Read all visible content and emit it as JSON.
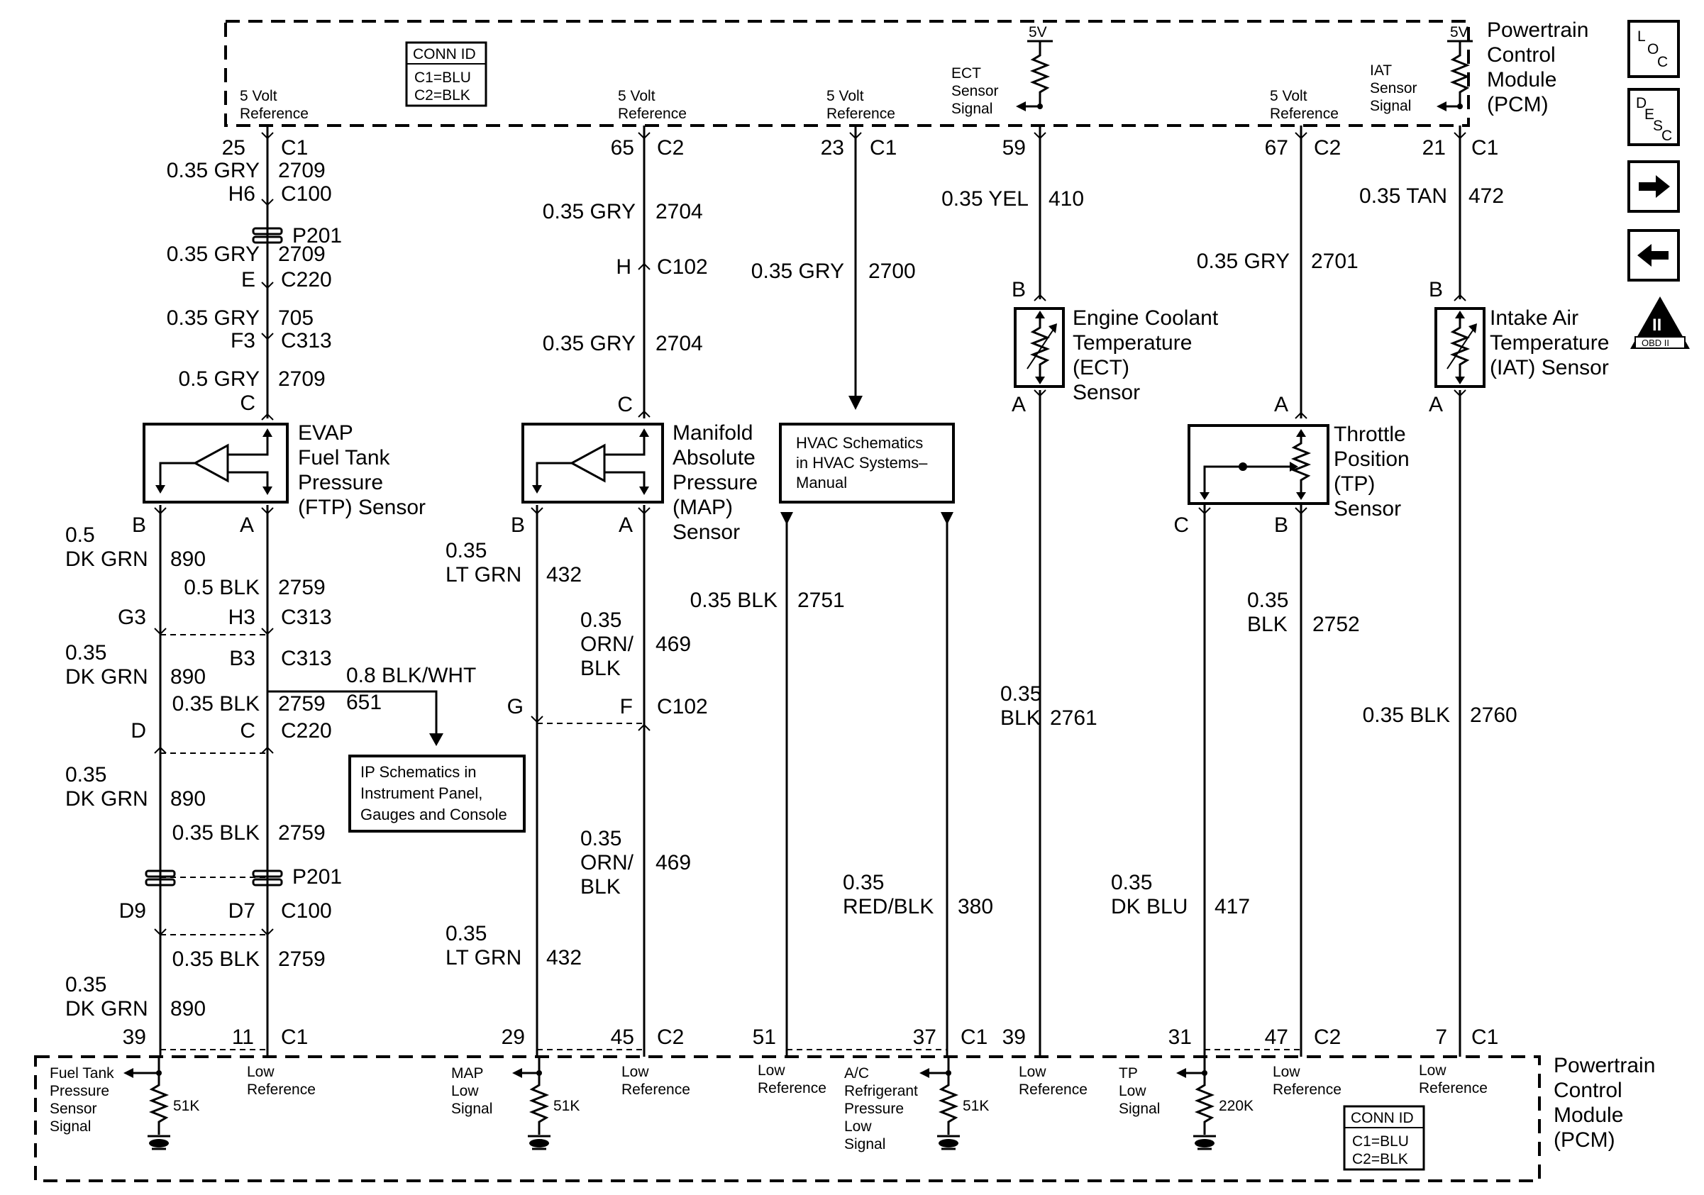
{
  "pcm_top": {
    "title_lines": [
      "Powertrain",
      "Control",
      "Module",
      "(PCM)"
    ],
    "conn_id": [
      "CONN ID",
      "C1=BLU",
      "C2=BLK"
    ],
    "ref_ftp": [
      "5 Volt",
      "Reference"
    ],
    "ref_map": [
      "5 Volt",
      "Reference"
    ],
    "ref_hvac": [
      "5 Volt",
      "Reference"
    ],
    "ect_signal": [
      "ECT",
      "Sensor",
      "Signal"
    ],
    "ref_tp": [
      "5 Volt",
      "Reference"
    ],
    "iat_signal": [
      "IAT",
      "Sensor",
      "Signal"
    ],
    "v5_ect": "5V",
    "v5_iat": "5V"
  },
  "pcm_bottom": {
    "title_lines": [
      "Powertrain",
      "Control",
      "Module",
      "(PCM)"
    ],
    "conn_id": [
      "CONN ID",
      "C1=BLU",
      "C2=BLK"
    ],
    "ftp_signal": [
      "Fuel Tank",
      "Pressure",
      "Sensor",
      "Signal"
    ],
    "low_ref_1": [
      "Low",
      "Reference"
    ],
    "map_low": [
      "MAP",
      "Low",
      "Signal"
    ],
    "low_ref_2": [
      "Low",
      "Reference"
    ],
    "low_ref_3": [
      "Low",
      "Reference"
    ],
    "ac_signal": [
      "A/C",
      "Refrigerant",
      "Pressure",
      "Low",
      "Signal"
    ],
    "low_ref_4": [
      "Low",
      "Reference"
    ],
    "tp_low": [
      "TP",
      "Low",
      "Signal"
    ],
    "low_ref_5": [
      "Low",
      "Reference"
    ],
    "low_ref_6": [
      "Low",
      "Reference"
    ],
    "r_ftp": "51K",
    "r_map": "51K",
    "r_ac": "51K",
    "r_tp": "220K"
  },
  "icons": {
    "loc": [
      "L",
      "O",
      "C"
    ],
    "desc": [
      "D",
      "E",
      "S",
      "C"
    ],
    "obd_top": "II",
    "obd_bottom": "OBD II"
  },
  "sensors": {
    "ftp": [
      "EVAP",
      "Fuel Tank",
      "Pressure",
      "(FTP) Sensor"
    ],
    "map": [
      "Manifold",
      "Absolute",
      "Pressure",
      "(MAP)",
      "Sensor"
    ],
    "hvac": [
      "HVAC Schematics",
      "in HVAC Systems–",
      "Manual"
    ],
    "ect": [
      "Engine Coolant",
      "Temperature",
      "(ECT)",
      "Sensor"
    ],
    "tp": [
      "Throttle",
      "Position",
      "(TP)",
      "Sensor"
    ],
    "iat": [
      "Intake Air",
      "Temperature",
      "(IAT) Sensor"
    ],
    "ip_ref": [
      "IP Schematics in",
      "Instrument Panel,",
      "Gauges and Console"
    ]
  },
  "labels": {
    "ftp_a_top_pin": "25",
    "ftp_a_top_conn": "C1",
    "ftp_a_w1": "0.35 GRY",
    "ftp_a_c1": "2709",
    "ftp_a_h6": "H6",
    "ftp_a_c100": "C100",
    "ftp_a_p201": "P201",
    "ftp_a_w2": "0.35 GRY",
    "ftp_a_c2": "2709",
    "ftp_a_e": "E",
    "ftp_a_c220": "C220",
    "ftp_a_w3": "0.35 GRY",
    "ftp_a_c3": "705",
    "ftp_a_f3": "F3",
    "ftp_a_c313": "C313",
    "ftp_a_w4": "0.5 GRY",
    "ftp_a_c4": "2709",
    "ftp_c_pin": "C",
    "ftp_b_pin": "B",
    "ftp_a_pin": "A",
    "ftp_b_w1a": "0.5",
    "ftp_b_w1b": "DK GRN",
    "ftp_b_c1": "890",
    "ftp_a_w5": "0.5 BLK",
    "ftp_a_c5": "2759",
    "g3": "G3",
    "h3": "H3",
    "c313_a": "C313",
    "ftp_b_w2a": "0.35",
    "ftp_b_w2b": "DK GRN",
    "ftp_b_c2": "890",
    "b3": "B3",
    "c313_b": "C313",
    "splice_w": "0.8 BLK/WHT",
    "splice_c": "651",
    "ftp_a_w6": "0.35 BLK",
    "ftp_a_c6": "2759",
    "d_pin": "D",
    "c_pin": "C",
    "c220_b": "C220",
    "ftp_b_w3a": "0.35",
    "ftp_b_w3b": "DK GRN",
    "ftp_b_c3": "890",
    "ftp_a_w7": "0.35 BLK",
    "ftp_a_c7": "2759",
    "p201_b": "P201",
    "d9": "D9",
    "d7": "D7",
    "c100_b": "C100",
    "ftp_a_w8": "0.35 BLK",
    "ftp_a_c8": "2759",
    "ftp_b_w4a": "0.35",
    "ftp_b_w4b": "DK GRN",
    "ftp_b_c4": "890",
    "bot_39a": "39",
    "bot_11": "11",
    "bot_c1a": "C1",
    "map_top_pin": "65",
    "map_top_conn": "C2",
    "map_w1": "0.35 GRY",
    "map_c1": "2704",
    "map_h": "H",
    "map_c102": "C102",
    "map_w2": "0.35 GRY",
    "map_c2": "2704",
    "map_c_pin": "C",
    "map_b_pin": "B",
    "map_a_pin": "A",
    "map_b_w1a": "0.35",
    "map_b_w1b": "LT GRN",
    "map_b_c1": "432",
    "map_a_w1a": "0.35",
    "map_a_w1b": "ORN/",
    "map_a_w1c": "BLK",
    "map_a_c1": "469",
    "map_g": "G",
    "map_f": "F",
    "map_c102_b": "C102",
    "map_a_w2a": "0.35",
    "map_a_w2b": "ORN/",
    "map_a_w2c": "BLK",
    "map_a_c2": "469",
    "map_b_w2a": "0.35",
    "map_b_w2b": "LT GRN",
    "map_b_c2": "432",
    "bot_29": "29",
    "bot_45": "45",
    "bot_c2a": "C2",
    "hvac_top_pin": "23",
    "hvac_top_conn": "C1",
    "hvac_w1": "0.35 GRY",
    "hvac_c1": "2700",
    "hvac_l_w": "0.35 BLK",
    "hvac_l_c": "2751",
    "hvac_r_w1": "0.35",
    "hvac_r_w2": "RED/BLK",
    "hvac_r_c": "380",
    "bot_51": "51",
    "bot_37": "37",
    "bot_c1b": "C1",
    "ect_top_pin": "59",
    "ect_w1": "0.35 YEL",
    "ect_c1": "410",
    "ect_b": "B",
    "ect_a": "A",
    "ect_w2a": "0.35",
    "ect_w2b": "BLK",
    "ect_c2": "2761",
    "bot_39b": "39",
    "tp_top_pin": "67",
    "tp_top_conn": "C2",
    "tp_w1": "0.35 GRY",
    "tp_c1": "2701",
    "tp_a": "A",
    "tp_c": "C",
    "tp_b": "B",
    "tp_b_w1": "0.35",
    "tp_b_w2": "BLK",
    "tp_b_c": "2752",
    "tp_c_w1": "0.35",
    "tp_c_w2": "DK BLU",
    "tp_c_c": "417",
    "bot_31": "31",
    "bot_47": "47",
    "bot_c2b": "C2",
    "iat_top_pin": "21",
    "iat_top_conn": "C1",
    "iat_w1": "0.35 TAN",
    "iat_c1": "472",
    "iat_b": "B",
    "iat_a": "A",
    "iat_w2": "0.35 BLK",
    "iat_c2": "2760",
    "bot_7": "7",
    "bot_c1c": "C1"
  }
}
